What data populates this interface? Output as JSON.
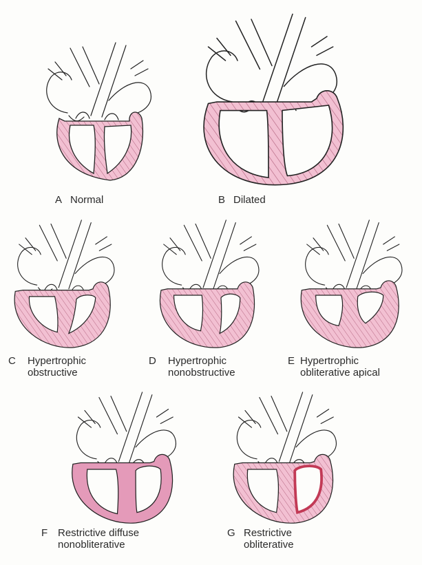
{
  "colors": {
    "muscle": "#f2c0d2",
    "muscle_dark": "#e49ab9",
    "hatch": "#b2627e",
    "outline": "#222222",
    "scar": "#c23a56"
  },
  "panels": [
    {
      "id": "a",
      "letter": "A",
      "lines": [
        "Normal"
      ],
      "variant": "normal"
    },
    {
      "id": "b",
      "letter": "B",
      "lines": [
        "Dilated"
      ],
      "variant": "dilated"
    },
    {
      "id": "c",
      "letter": "C",
      "lines": [
        "Hypertrophic",
        "obstructive"
      ],
      "variant": "hyp-obstructive"
    },
    {
      "id": "d",
      "letter": "D",
      "lines": [
        "Hypertrophic",
        "nonobstructive"
      ],
      "variant": "hyp-nonobstructive"
    },
    {
      "id": "e",
      "letter": "E",
      "lines": [
        "Hypertrophic",
        "obliterative apical"
      ],
      "variant": "hyp-apical"
    },
    {
      "id": "f",
      "letter": "F",
      "lines": [
        "Restrictive diffuse",
        "nonobliterative"
      ],
      "variant": "restrictive-diffuse"
    },
    {
      "id": "g",
      "letter": "G",
      "lines": [
        "Restrictive",
        "obliterative"
      ],
      "variant": "restrictive-obliterative"
    }
  ]
}
